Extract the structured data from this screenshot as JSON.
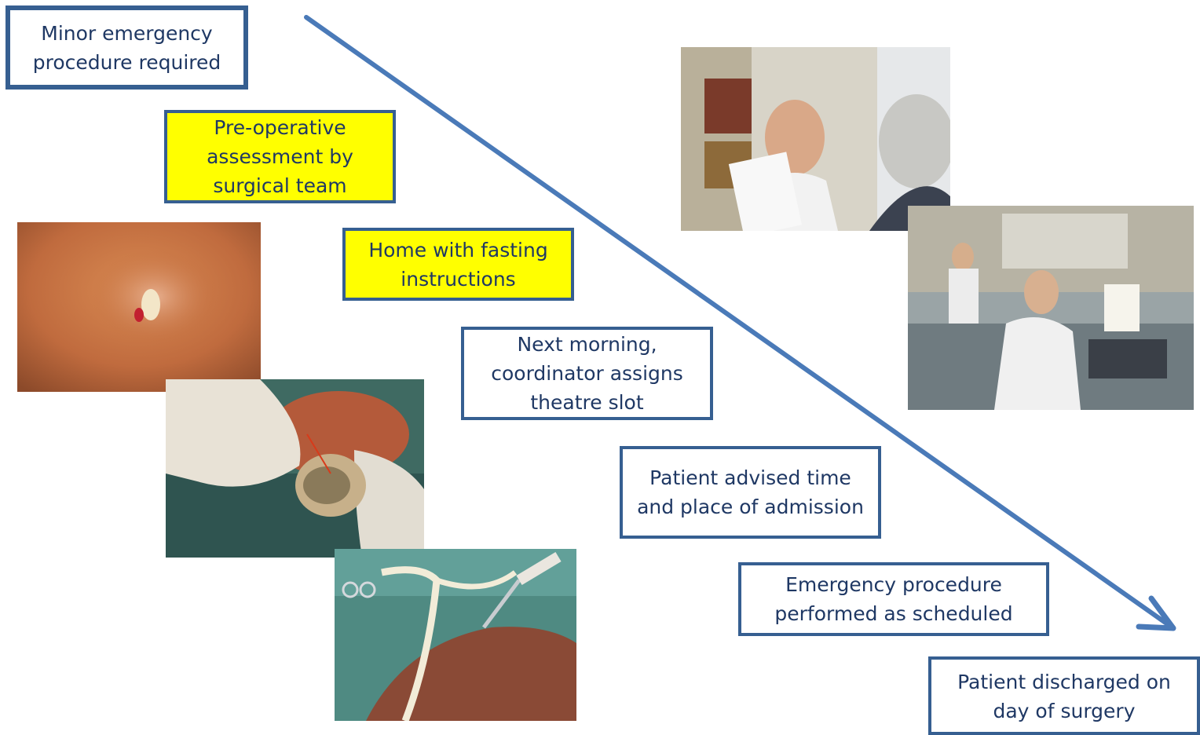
{
  "steps": [
    {
      "id": "minor-emergency",
      "text": "Minor emergency procedure required",
      "fill": "#ffffff"
    },
    {
      "id": "pre-op-assessment",
      "text": "Pre-operative assessment by surgical team",
      "fill": "#ffff00"
    },
    {
      "id": "home-fasting",
      "text": "Home with fasting instructions",
      "fill": "#ffff00"
    },
    {
      "id": "coordinator-assigns",
      "text": "Next morning, coordinator assigns theatre slot",
      "fill": "#ffffff"
    },
    {
      "id": "patient-advised",
      "text": "Patient advised time and place of admission",
      "fill": "#ffffff"
    },
    {
      "id": "procedure-performed",
      "text": "Emergency procedure performed as scheduled",
      "fill": "#ffffff"
    },
    {
      "id": "patient-discharged",
      "text": "Patient discharged on day of surgery",
      "fill": "#ffffff"
    }
  ],
  "colors": {
    "box_border": "#365f91",
    "box_text": "#1f3864",
    "highlight": "#ffff00",
    "arrow": "#4a7ab8"
  },
  "photos": [
    {
      "id": "photo-doctor-consultation"
    },
    {
      "id": "photo-coordinator-phone"
    },
    {
      "id": "photo-skin-abscess"
    },
    {
      "id": "photo-surgery-incision"
    },
    {
      "id": "photo-surgery-drain"
    }
  ]
}
